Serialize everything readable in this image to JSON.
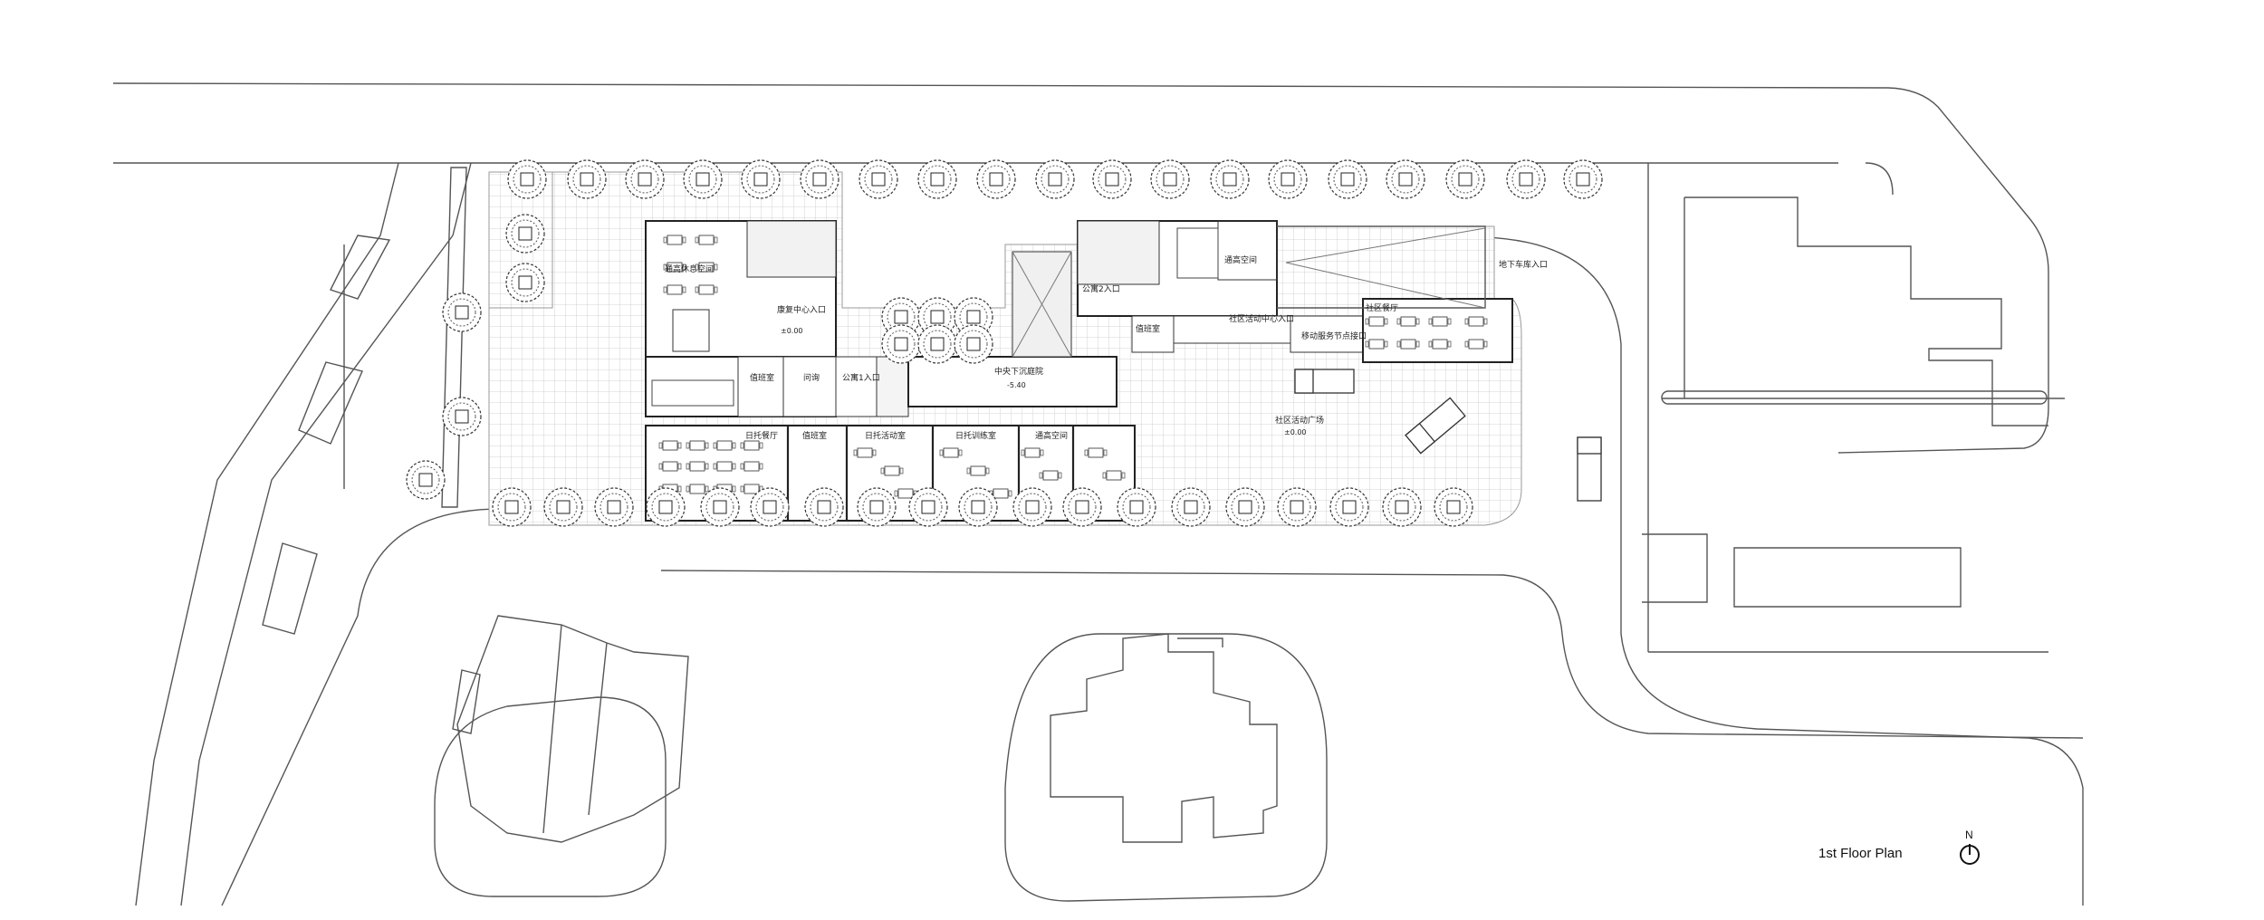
{
  "title": "1st Floor Plan",
  "north": {
    "letter": "N"
  },
  "labels": {
    "leisure": "通高休息空间",
    "health_entry": "康复中心入口",
    "duty1": "值班室",
    "inquiry": "问询",
    "apt1": "公寓1入口",
    "central_court": "中央下沉庭院",
    "daycare_dining": "日托餐厅",
    "duty2": "值班室",
    "daycare_activity": "日托活动室",
    "daycare_rehab": "日托训练室",
    "tall_space_bottom": "通高空间",
    "apt2": "公寓2入口",
    "duty3": "值班室",
    "tall_space_top": "通高空间",
    "community_center_entry": "社区活动中心入口",
    "community_dining": "社区餐厅",
    "mobile_service": "移动服务节点接口",
    "underground_garage": "地下车库入口",
    "community_plaza": "社区活动广场"
  },
  "levels": {
    "l1": "±0.00",
    "l2": "-5.40",
    "l3": "±0.00"
  }
}
